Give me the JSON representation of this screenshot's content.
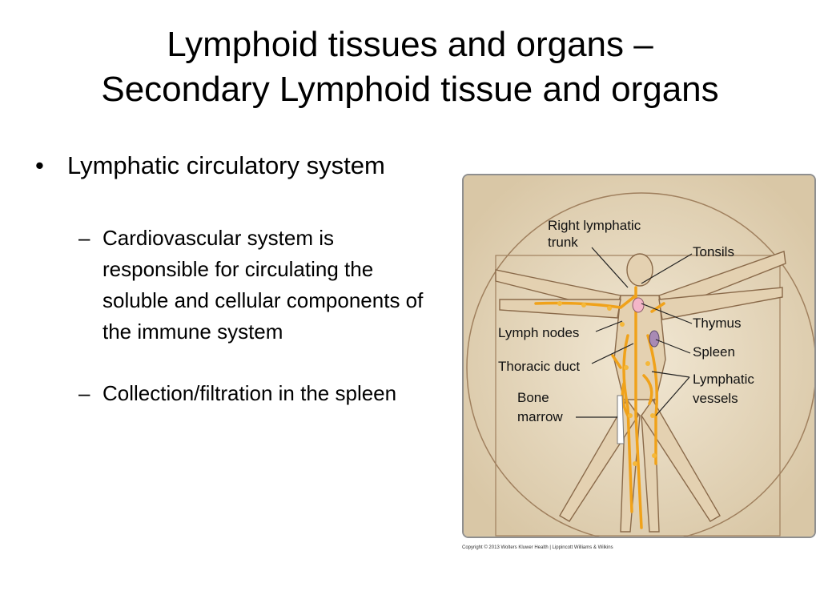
{
  "slide": {
    "title_line1": "Lymphoid tissues and organs –",
    "title_line2": "Secondary Lymphoid tissue and organs",
    "bullet_main": "Lymphatic circulatory system",
    "sub_bullets": [
      "Cardiovascular system is responsible for circulating the soluble and cellular components of the immune system",
      "Collection/filtration in the spleen"
    ],
    "bullet_glyph": "•",
    "dash_glyph": "–"
  },
  "figure": {
    "labels": {
      "right_lymphatic_trunk_1": "Right lymphatic",
      "right_lymphatic_trunk_2": "trunk",
      "tonsils": "Tonsils",
      "thymus": "Thymus",
      "spleen": "Spleen",
      "lymph_nodes": "Lymph nodes",
      "thoracic_duct": "Thoracic duct",
      "lymphatic_vessels_1": "Lymphatic",
      "lymphatic_vessels_2": "vessels",
      "bone_marrow_1": "Bone",
      "bone_marrow_2": "marrow"
    },
    "copyright": "Copyright © 2013 Wolters Kluwer Health | Lippincott Williams & Wilkins",
    "colors": {
      "parchment": "#eadfca",
      "sketch": "#8a6a4a",
      "lymph": "#f0a21a",
      "thymus": "#f4b6c8",
      "spleen": "#a88ab4"
    }
  }
}
